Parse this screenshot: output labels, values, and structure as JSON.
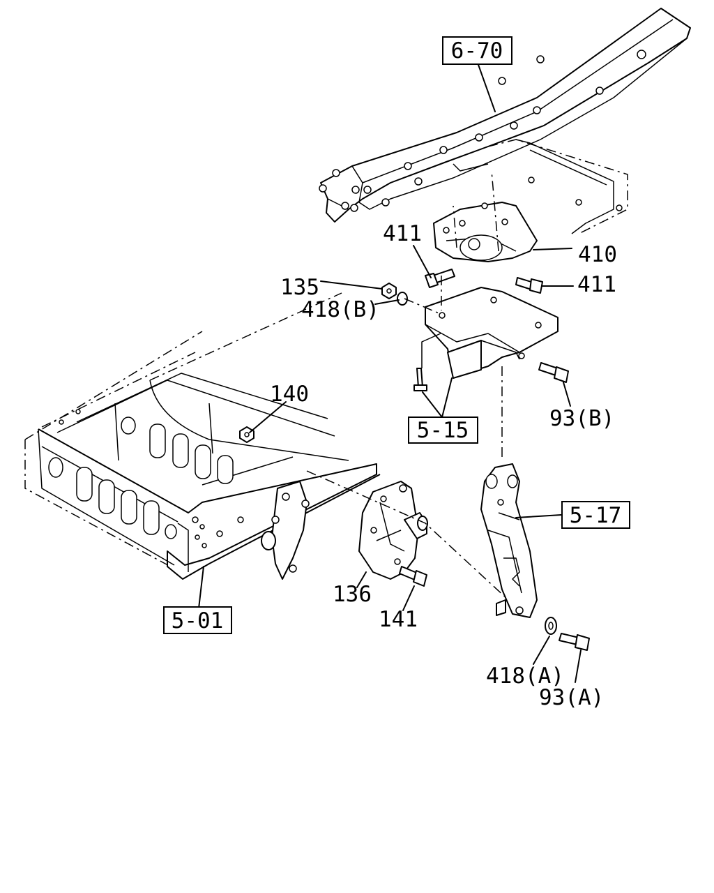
{
  "labels": {
    "ref_6_70": "6-70",
    "ref_5_15": "5-15",
    "ref_5_17": "5-17",
    "ref_5_01": "5-01",
    "p411_left": "411",
    "p410": "410",
    "p411_right": "411",
    "p135": "135",
    "p418b": "418(B)",
    "p140": "140",
    "p93b": "93(B)",
    "p136": "136",
    "p141": "141",
    "p418a": "418(A)",
    "p93a": "93(A)"
  }
}
